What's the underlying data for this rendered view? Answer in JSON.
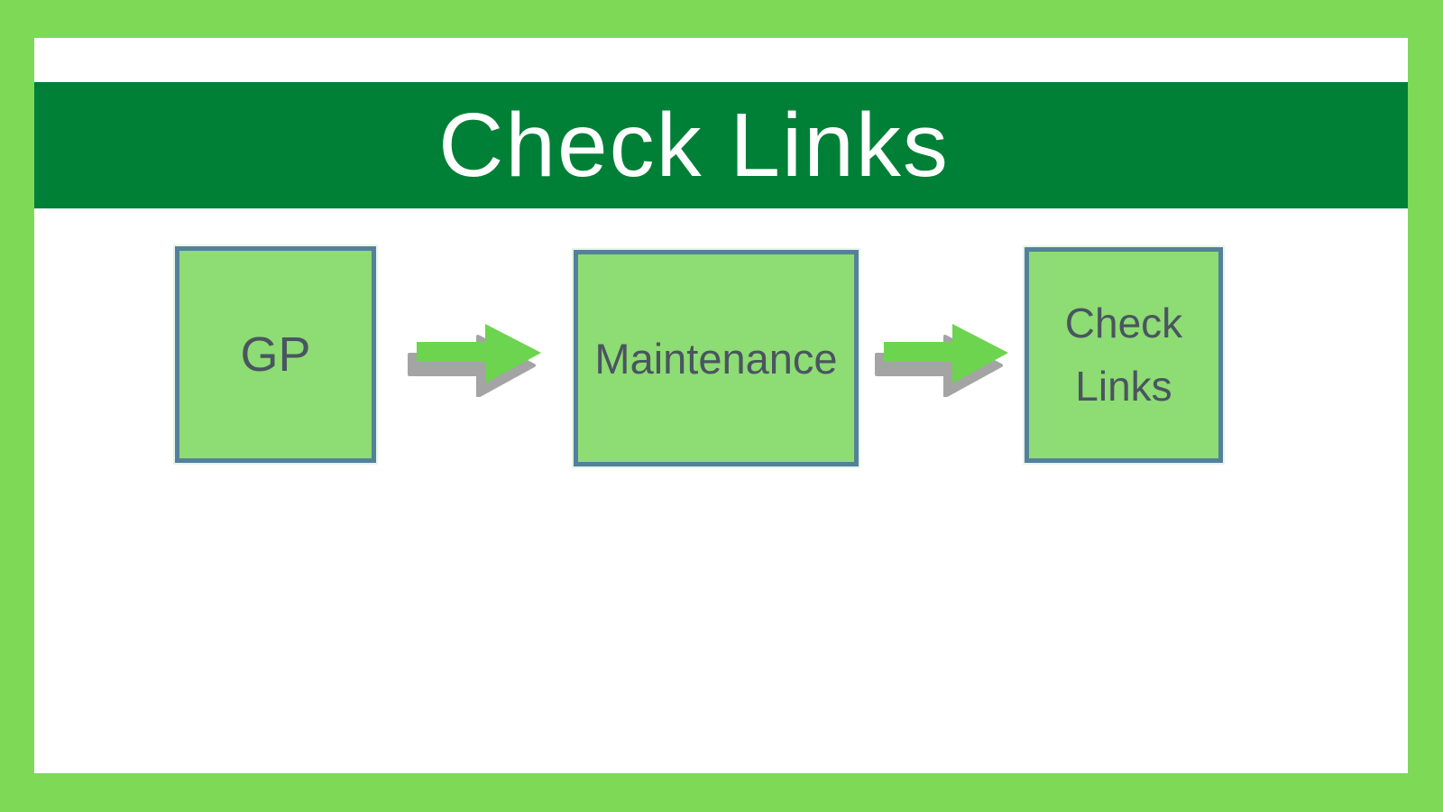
{
  "header": {
    "title": "Check Links"
  },
  "flow": {
    "nodes": [
      {
        "id": "gp",
        "label": "GP"
      },
      {
        "id": "maintenance",
        "label": "Maintenance"
      },
      {
        "id": "check-links",
        "label": "Check Links"
      }
    ],
    "arrows": [
      {
        "from": "gp",
        "to": "maintenance",
        "direction": "right"
      },
      {
        "from": "maintenance",
        "to": "check-links",
        "direction": "right"
      }
    ]
  },
  "colors": {
    "frame_green": "#7ed957",
    "header_green": "#008037",
    "title_text": "#ffffff",
    "node_fill": "#8edc74",
    "node_border": "#53819c",
    "node_text": "#4a5560",
    "arrow_green": "#6cd44e",
    "arrow_shadow": "#a4a4a4"
  }
}
